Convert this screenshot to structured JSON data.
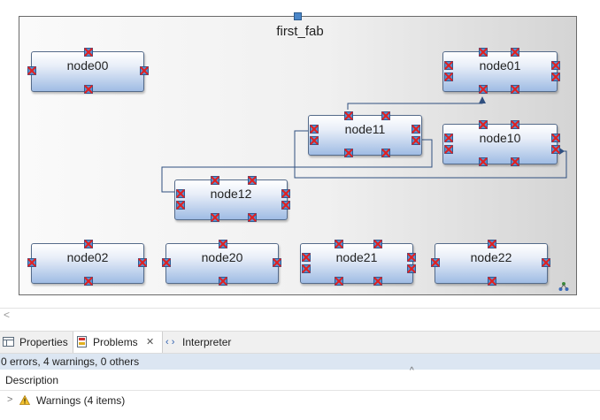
{
  "diagram": {
    "title": "first_fab",
    "nodes": [
      {
        "id": "node00",
        "label": "node00"
      },
      {
        "id": "node01",
        "label": "node01"
      },
      {
        "id": "node11",
        "label": "node11"
      },
      {
        "id": "node10",
        "label": "node10"
      },
      {
        "id": "node12",
        "label": "node12"
      },
      {
        "id": "node02",
        "label": "node02"
      },
      {
        "id": "node20",
        "label": "node20"
      },
      {
        "id": "node21",
        "label": "node21"
      },
      {
        "id": "node22",
        "label": "node22"
      }
    ],
    "port_icon": "disconnected-port-icon",
    "layout_icon": "tree-layout-icon"
  },
  "scroll": {
    "left_arrow": "<"
  },
  "panel": {
    "tabs": [
      {
        "label": "Properties",
        "icon": "properties-icon",
        "active": false
      },
      {
        "label": "Problems",
        "icon": "problems-icon",
        "active": true,
        "close": "✕"
      },
      {
        "label": "Interpreter",
        "icon": "interpreter-icon",
        "active": false
      }
    ],
    "status": "0 errors, 4 warnings, 0 others",
    "columns": {
      "description": "Description",
      "sort_indicator": "^"
    },
    "rows": [
      {
        "label": "Warnings (4 items)",
        "icon": "warning-icon",
        "expander": ">"
      }
    ]
  },
  "colors": {
    "port_fill": "#5b8fcf",
    "port_x": "#e02020",
    "node_gradient_bottom": "#9fbce4",
    "status_bar": "#dce6f2"
  }
}
